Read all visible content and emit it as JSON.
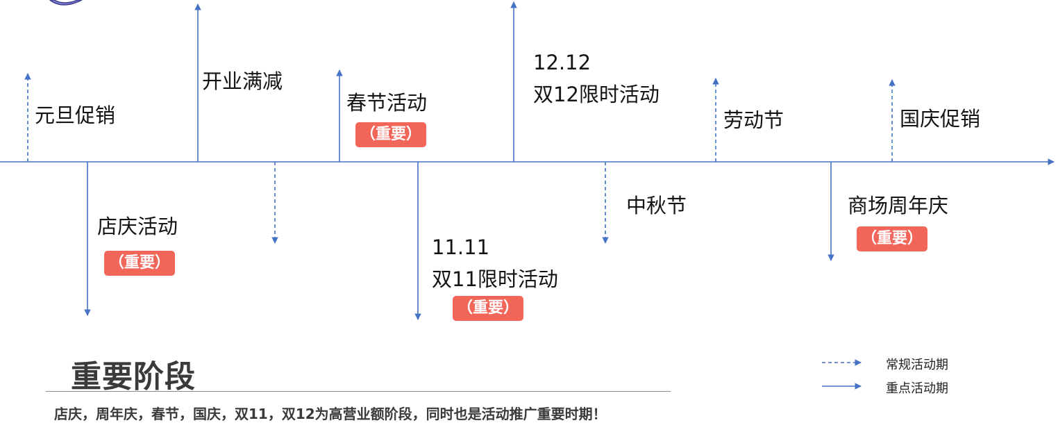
{
  "events": [
    {
      "id": "yuandan",
      "label": "元旦促销",
      "badge": "",
      "style": "dashed",
      "direction": "up"
    },
    {
      "id": "dianqing",
      "label": "店庆活动",
      "badge": "（重要）",
      "style": "solid",
      "direction": "down"
    },
    {
      "id": "kaiye",
      "label": "开业满减",
      "badge": "",
      "style": "solid",
      "direction": "up"
    },
    {
      "id": "blank",
      "label": "",
      "badge": "",
      "style": "dashed",
      "direction": "down"
    },
    {
      "id": "chunjie",
      "label": "春节活动",
      "badge": "（重要）",
      "style": "solid",
      "direction": "up"
    },
    {
      "id": "d11",
      "label": "11.11",
      "label2": "双11限时活动",
      "badge": "（重要）",
      "style": "solid",
      "direction": "down"
    },
    {
      "id": "d12",
      "label": "12.12",
      "label2": "双12限时活动",
      "badge": "",
      "style": "solid",
      "direction": "up"
    },
    {
      "id": "zhongqiu",
      "label": "中秋节",
      "badge": "",
      "style": "dashed",
      "direction": "down"
    },
    {
      "id": "laodong",
      "label": "劳动节",
      "badge": "",
      "style": "dashed",
      "direction": "up"
    },
    {
      "id": "zhounian",
      "label": "商场周年庆",
      "badge": "（重要）",
      "style": "solid",
      "direction": "down"
    },
    {
      "id": "guoqing",
      "label": "国庆促销",
      "badge": "",
      "style": "dashed",
      "direction": "up"
    }
  ],
  "section": {
    "title": "重要阶段",
    "description": "店庆，周年庆，春节，国庆，双11，双12为高营业额阶段，同时也是活动推广重要时期！"
  },
  "legend": [
    {
      "style": "dashed",
      "label": "常规活动期"
    },
    {
      "style": "solid",
      "label": "重点活动期"
    }
  ],
  "colors": {
    "line": "#4472c4",
    "badge": "#f2665a",
    "logo": "#8a86d6"
  }
}
